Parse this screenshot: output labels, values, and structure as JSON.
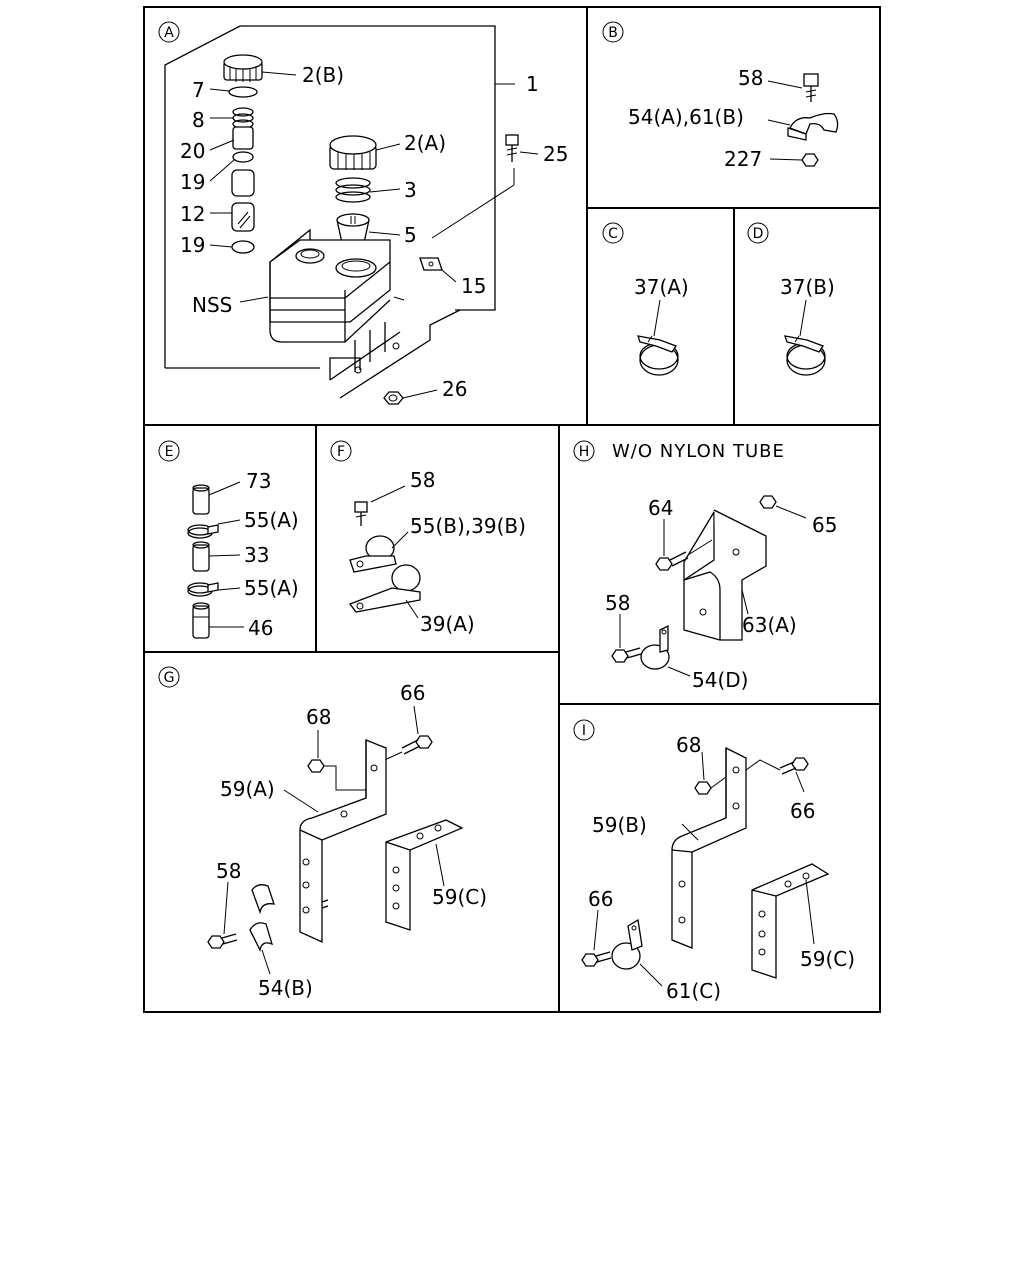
{
  "panels": {
    "A": {
      "letter": "A",
      "labels": {
        "p2b": "2(B)",
        "p7": "7",
        "p8": "8",
        "p20": "20",
        "p19a": "19",
        "p12": "12",
        "p19b": "19",
        "p2a": "2(A)",
        "p3": "3",
        "p5": "5",
        "p1": "1",
        "p25": "25",
        "p15": "15",
        "nss": "NSS",
        "p26": "26"
      }
    },
    "B": {
      "letter": "B",
      "labels": {
        "p58": "58",
        "p54a61b": "54(A),61(B)",
        "p227": "227"
      }
    },
    "C": {
      "letter": "C",
      "labels": {
        "p37a": "37(A)"
      }
    },
    "D": {
      "letter": "D",
      "labels": {
        "p37b": "37(B)"
      }
    },
    "E": {
      "letter": "E",
      "labels": {
        "p73": "73",
        "p55a1": "55(A)",
        "p33": "33",
        "p55a2": "55(A)",
        "p46": "46"
      }
    },
    "F": {
      "letter": "F",
      "labels": {
        "p58": "58",
        "p55b39b": "55(B),39(B)",
        "p39a": "39(A)"
      }
    },
    "H": {
      "letter": "H",
      "title": "W/O NYLON TUBE",
      "labels": {
        "p64": "64",
        "p65": "65",
        "p58": "58",
        "p63a": "63(A)",
        "p54d": "54(D)"
      }
    },
    "G": {
      "letter": "G",
      "labels": {
        "p68": "68",
        "p66": "66",
        "p59a": "59(A)",
        "p58": "58",
        "p59c": "59(C)",
        "p54b": "54(B)"
      }
    },
    "I": {
      "letter": "I",
      "labels": {
        "p68": "68",
        "p66a": "66",
        "p59b": "59(B)",
        "p66b": "66",
        "p59c": "59(C)",
        "p61c": "61(C)"
      }
    }
  }
}
